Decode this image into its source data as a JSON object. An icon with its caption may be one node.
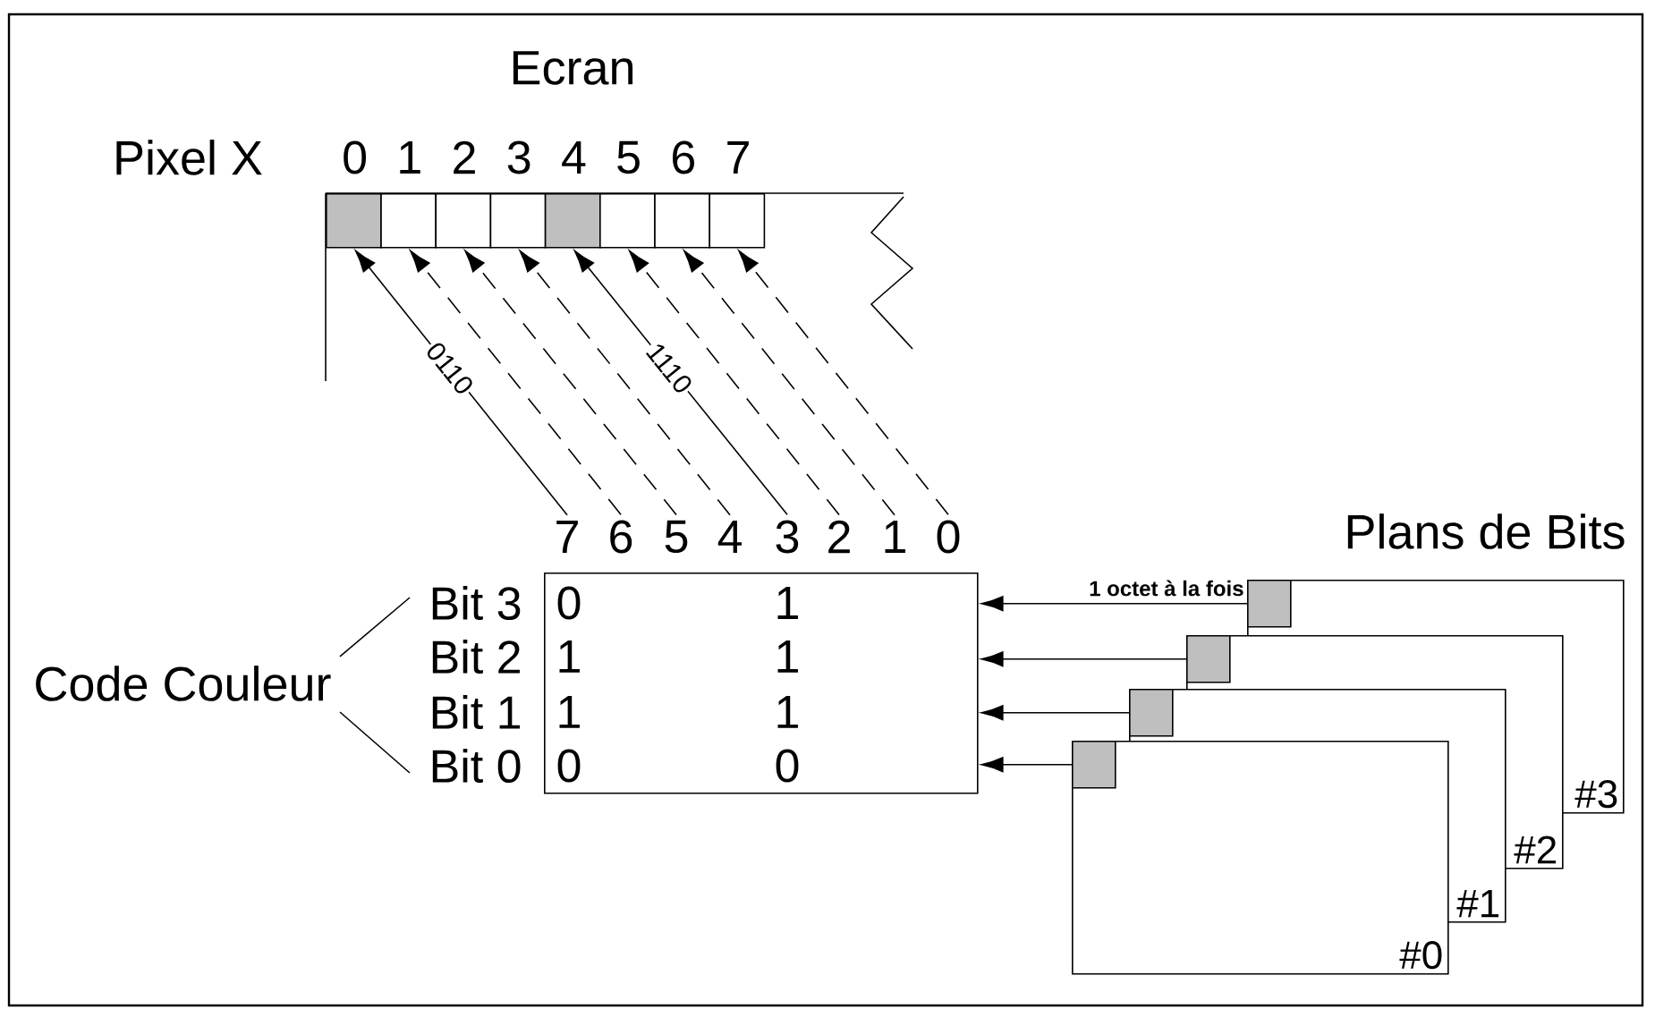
{
  "diagram": {
    "nodes": [
      {
        "text": [],
        "shape": "box",
        "beside": [
          "0"
        ]
      },
      {
        "text": [],
        "shape": "box",
        "beside": [
          "1"
        ]
      },
      {
        "text": [],
        "shape": "box",
        "beside": [
          "2"
        ]
      },
      {
        "text": [],
        "shape": "box",
        "beside": [
          "3"
        ]
      },
      {
        "text": [],
        "shape": "box",
        "beside": [
          "4"
        ]
      },
      {
        "text": [],
        "shape": "box",
        "beside": [
          "5"
        ]
      },
      {
        "text": [],
        "shape": "box",
        "beside": [
          "6"
        ]
      },
      {
        "text": [],
        "shape": "box",
        "beside": [
          "7"
        ]
      },
      {
        "text": [
          "7"
        ]
      },
      {
        "text": [
          "6"
        ]
      },
      {
        "text": [
          "5"
        ]
      },
      {
        "text": [
          "4"
        ]
      },
      {
        "text": [
          "3"
        ]
      },
      {
        "text": [
          "2"
        ]
      },
      {
        "text": [
          "1"
        ]
      },
      {
        "text": [
          "0"
        ]
      },
      {
        "text": [
          "0",
          "1",
          "1",
          "1",
          "1",
          "1",
          "0",
          "0"
        ],
        "beside": [
          "Bit 3",
          "Bit 2",
          "Bit 1",
          "Bit 0"
        ]
      },
      {
        "text": [
          "#3"
        ]
      },
      {
        "text": [],
        "shape": "box",
        "in": 17
      },
      {
        "text": [
          "#2"
        ]
      },
      {
        "text": [],
        "shape": "box",
        "in": 19
      },
      {
        "text": [
          "#1"
        ]
      },
      {
        "text": [],
        "shape": "box",
        "in": 21
      },
      {
        "text": [
          "#0"
        ]
      },
      {
        "text": [],
        "shape": "box",
        "in": 23
      }
    ],
    "edges": [
      {
        "from": 8,
        "to": 0,
        "arrow": "to",
        "label": "0110"
      },
      {
        "from": 9,
        "to": 1,
        "arrow": "to",
        "style": "dashed"
      },
      {
        "from": 10,
        "to": 2,
        "arrow": "to",
        "style": "dashed"
      },
      {
        "from": 11,
        "to": 3,
        "arrow": "to",
        "style": "dashed"
      },
      {
        "from": 12,
        "to": 4,
        "arrow": "to",
        "label": "1110"
      },
      {
        "from": 13,
        "to": 5,
        "arrow": "to",
        "style": "dashed"
      },
      {
        "from": 14,
        "to": 6,
        "arrow": "to",
        "style": "dashed"
      },
      {
        "from": 15,
        "to": 7,
        "arrow": "to",
        "style": "dashed"
      },
      {
        "from": 18,
        "to": 16,
        "arrow": "to",
        "label": "1 octet à la fois"
      },
      {
        "from": 20,
        "to": 16,
        "arrow": "to"
      },
      {
        "from": 22,
        "to": 16,
        "arrow": "to"
      },
      {
        "from": 24,
        "to": 16,
        "arrow": "to"
      }
    ],
    "labels": [
      "Ecran",
      "Pixel X",
      "Plans de Bits",
      "Code Couleur"
    ]
  }
}
